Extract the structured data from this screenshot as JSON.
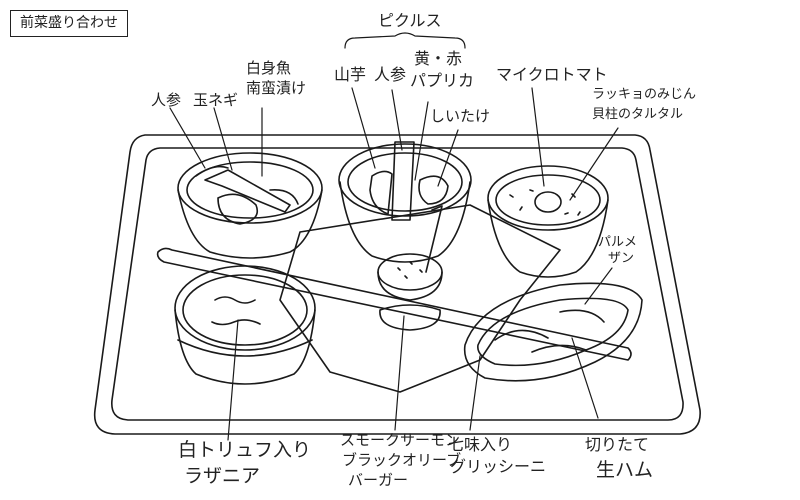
{
  "title": "前菜盛り合わせ",
  "labels": {
    "pickles": "ピクルス",
    "carrot_left": "人参",
    "onion": "玉ネギ",
    "fish_line1": "白身魚",
    "fish_line2": "南蛮漬け",
    "yam": "山芋",
    "carrot_pickle": "人参",
    "paprika_line1": "黄・赤",
    "paprika_line2": "パプリカ",
    "shiitake": "しいたけ",
    "tomato": "マイクロトマト",
    "tartare_line1": "ラッキョのみじん",
    "tartare_line2": "貝柱のタルタル",
    "parmesan_line1": "パルメ",
    "parmesan_line2": "ザン",
    "lasagna_line1": "白トリュフ入り",
    "lasagna_line2": "ラザニア",
    "burger_line1": "スモークサーモン",
    "burger_line2": "ブラックオリーブ",
    "burger_line3": "バーガー",
    "grissini_line1": "七味入り",
    "grissini_line2": "グリッシーニ",
    "ham_line1": "切りたて",
    "ham_line2": "生ハム"
  }
}
